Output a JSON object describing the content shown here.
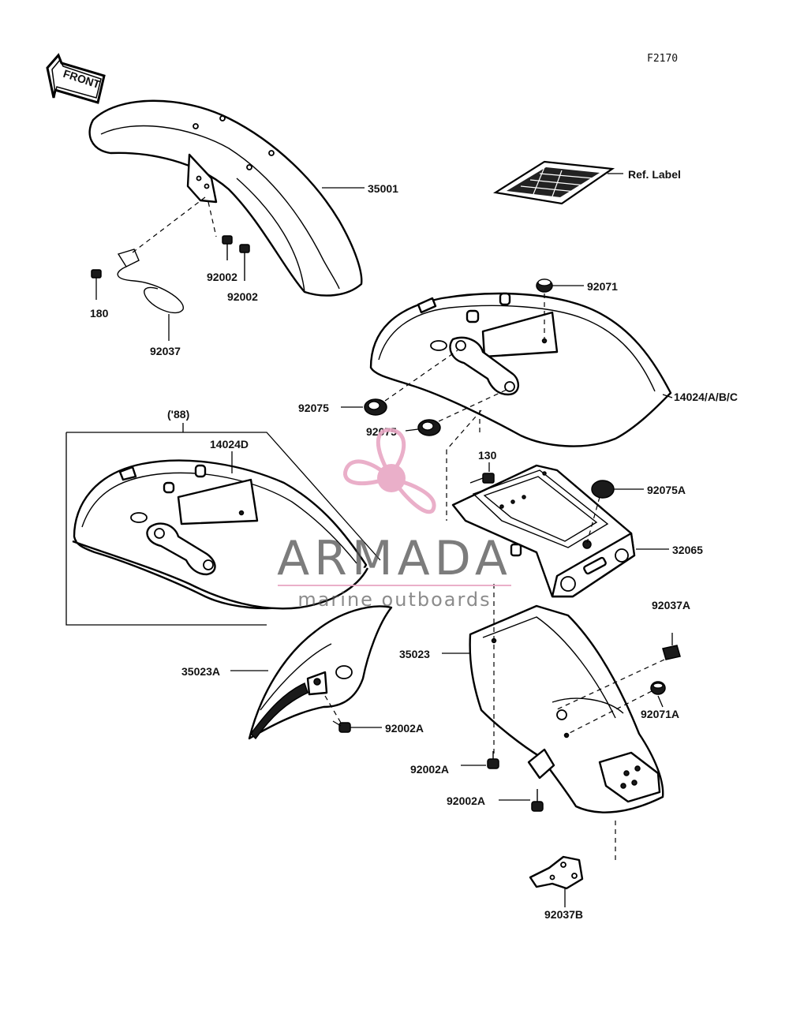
{
  "figure_code": "F2170",
  "front_arrow_label": "FRONT",
  "ref_label": "Ref. Label",
  "variant_note": "('88)",
  "parts": {
    "p35001": "35001",
    "p92002_a": "92002",
    "p92002_b": "92002",
    "p180": "180",
    "p92037": "92037",
    "p92071": "92071",
    "p14024": "14024/A/B/C",
    "p92075_a": "92075",
    "p92075_b": "92075",
    "p130": "130",
    "p92075A": "92075A",
    "p14024D": "14024D",
    "p32065": "32065",
    "p92037A": "92037A",
    "p35023": "35023",
    "p35023A": "35023A",
    "p92071A": "92071A",
    "p92002A_a": "92002A",
    "p92002A_b": "92002A",
    "p92002A_c": "92002A",
    "p92037B": "92037B"
  },
  "watermark": {
    "brand": "ARMADA",
    "tagline": "marine outboards",
    "accent_color": "#e8a7c4"
  }
}
